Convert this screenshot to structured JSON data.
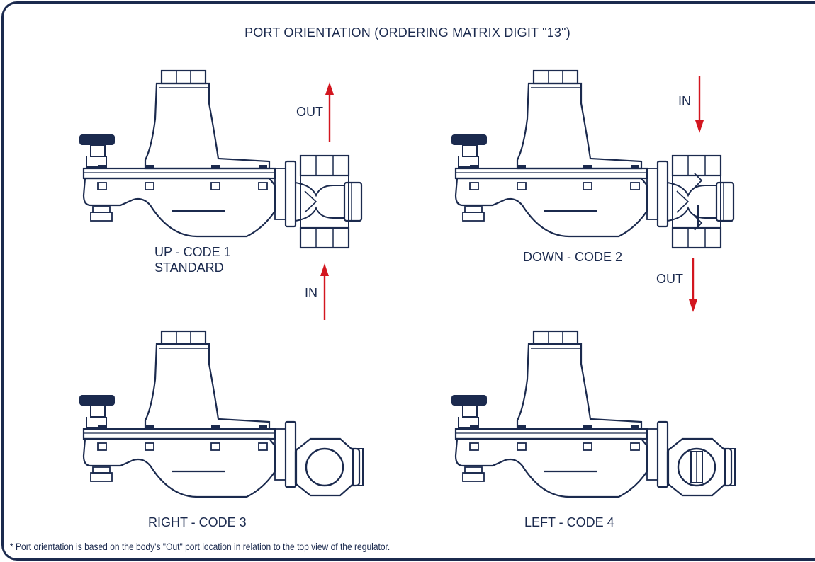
{
  "title": "PORT ORIENTATION (ORDERING MATRIX DIGIT \"13\")",
  "views": [
    {
      "name": "up",
      "caption": "UP - CODE 1",
      "subcaption": "STANDARD",
      "in_label": "IN",
      "out_label": "OUT"
    },
    {
      "name": "down",
      "caption": "DOWN - CODE 2",
      "in_label": "IN",
      "out_label": "OUT"
    },
    {
      "name": "right",
      "caption": "RIGHT - CODE 3"
    },
    {
      "name": "left",
      "caption": "LEFT - CODE 4"
    }
  ],
  "footnote": "* Port orientation is based on the body's \"Out\" port location in relation to the top view of the regulator.",
  "colors": {
    "line": "#1b2a4e",
    "arrow": "#d3161f",
    "frame": "#1b2a4e"
  }
}
